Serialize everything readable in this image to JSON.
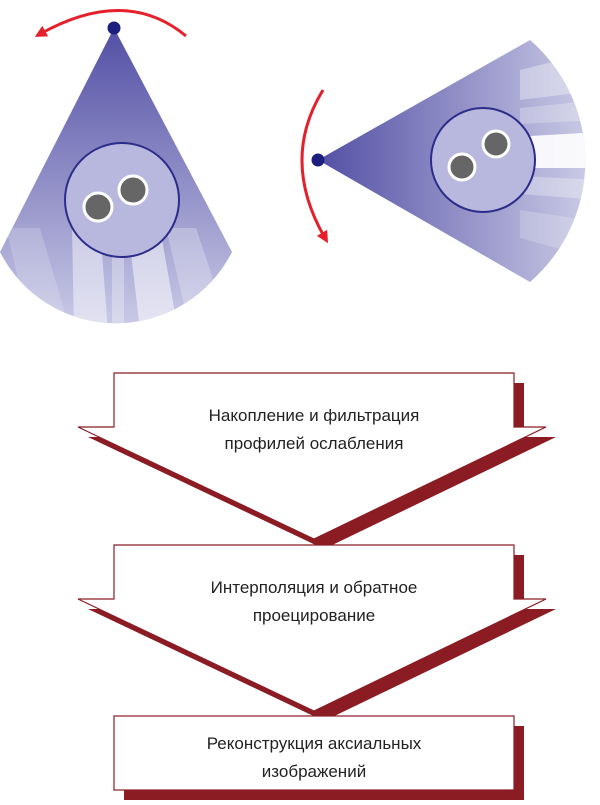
{
  "colors": {
    "beam_dark": "#5350a5",
    "beam_light": "#e6e6f2",
    "phantom_fill": "#b8b8de",
    "phantom_stroke": "#2c2c8a",
    "source_dot": "#1c1f7d",
    "object_fill": "#666666",
    "rotation_arrow": "#e5202a",
    "box_shadow": "#8b1c24",
    "box_border": "#8b1c24",
    "box_fill": "#ffffff",
    "text": "#222222"
  },
  "icons": {
    "source_left": "x-ray-source-icon",
    "source_right": "x-ray-source-icon",
    "rotation": "curved-arrow-icon"
  },
  "steps": [
    {
      "line1": "Накопление и фильтрация",
      "line2": "профилей ослабления"
    },
    {
      "line1": "Интерполяция и обратное",
      "line2": "проецирование"
    },
    {
      "line1": "Реконструкция аксиальных",
      "line2": "изображений"
    }
  ]
}
